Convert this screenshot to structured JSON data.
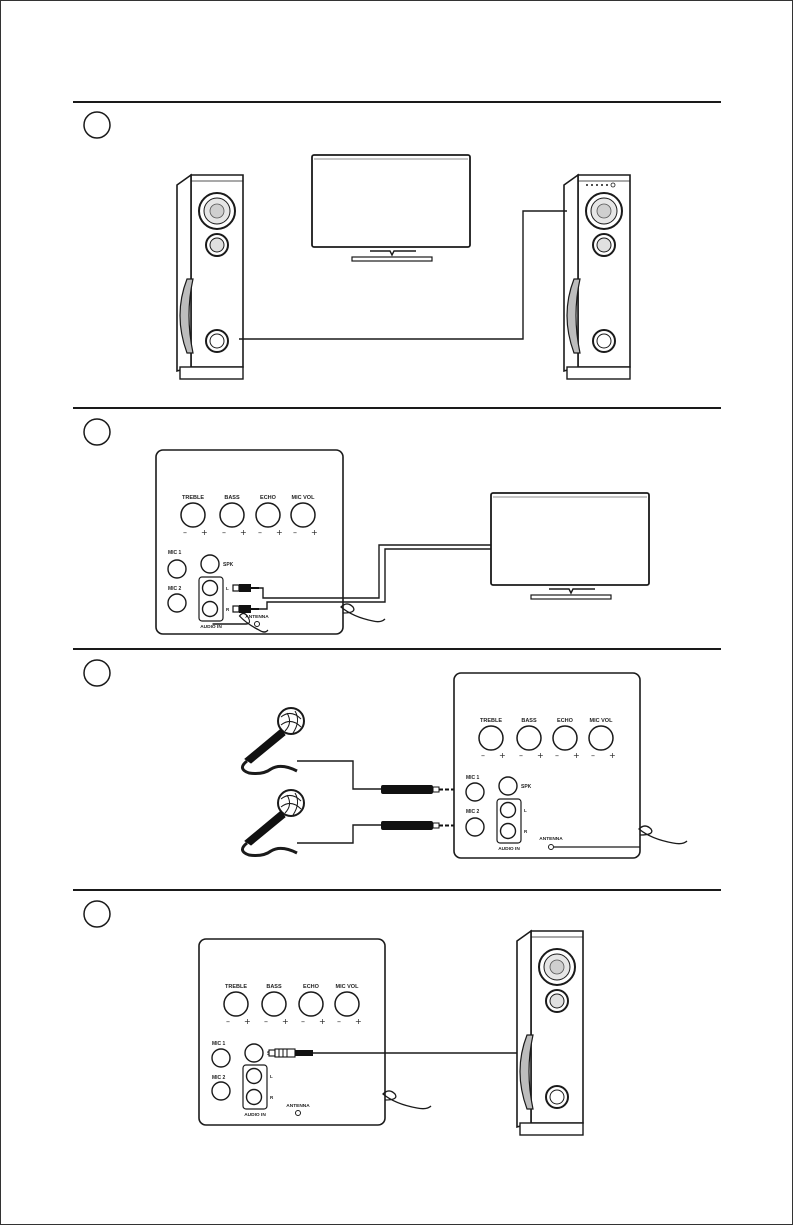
{
  "steps": [
    {
      "id": "step-1",
      "title": ""
    },
    {
      "id": "step-2",
      "title": ""
    },
    {
      "id": "step-3",
      "title": ""
    },
    {
      "id": "step-4",
      "title": ""
    }
  ],
  "panel": {
    "knobs": [
      "TREBLE",
      "BASS",
      "ECHO",
      "MIC VOL"
    ],
    "minus": "–",
    "plus": "+",
    "mic1": "MIC 1",
    "mic2": "MIC 2",
    "spk": "SPK",
    "left": "L",
    "right": "R",
    "audio_in": "AUDIO IN",
    "antenna": "ANTENNA"
  },
  "colors": {
    "line": "#1a1a1a",
    "plug": "#111111",
    "woofer": "#777777"
  }
}
